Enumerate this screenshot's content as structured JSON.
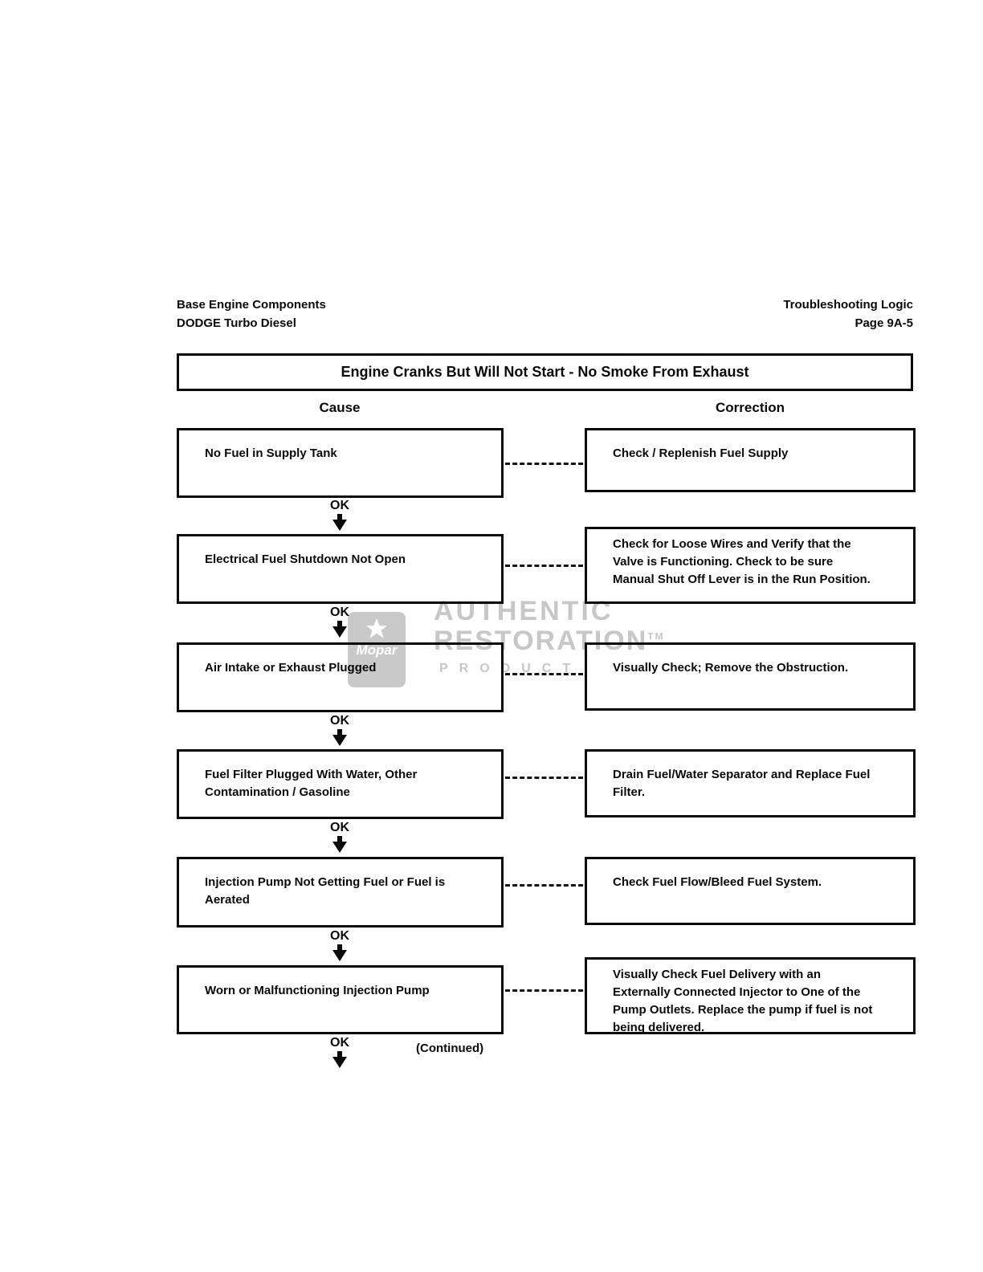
{
  "header": {
    "left_line1": "Base Engine Components",
    "left_line2": "DODGE Turbo Diesel",
    "right_line1": "Troubleshooting Logic",
    "right_line2": "Page 9A-5"
  },
  "title": "Engine Cranks But Will Not Start - No Smoke From Exhaust",
  "columns": {
    "cause": "Cause",
    "correction": "Correction"
  },
  "ok_label": "OK",
  "continued_label": "(Continued)",
  "rows": [
    {
      "cause": "No Fuel in Supply Tank",
      "correction": "Check / Replenish Fuel Supply"
    },
    {
      "cause": "Electrical Fuel Shutdown Not Open",
      "correction": "Check for Loose Wires and Verify that the Valve is Functioning. Check to be sure Manual Shut Off Lever is in the Run Position."
    },
    {
      "cause": "Air Intake or Exhaust Plugged",
      "correction": "Visually Check; Remove the Obstruction."
    },
    {
      "cause": "Fuel Filter Plugged With Water, Other Contamination / Gasoline",
      "correction": "Drain Fuel/Water Separator and Replace Fuel Filter."
    },
    {
      "cause": "Injection Pump Not Getting Fuel or Fuel is Aerated",
      "correction": "Check Fuel Flow/Bleed Fuel System."
    },
    {
      "cause": "Worn or Malfunctioning Injection Pump",
      "correction": "Visually Check Fuel Delivery with an Externally Connected Injector to One of the Pump Outlets. Replace the pump if fuel is not being delivered."
    }
  ],
  "watermark": {
    "line1": "AUTHENTIC",
    "line2": "RESTORATION",
    "tm": "TM",
    "line3": "PRODUCT",
    "logo_text": "Mopar"
  },
  "colors": {
    "ink": "#0a0a0a",
    "watermark_gray": "#c7c7c7"
  }
}
